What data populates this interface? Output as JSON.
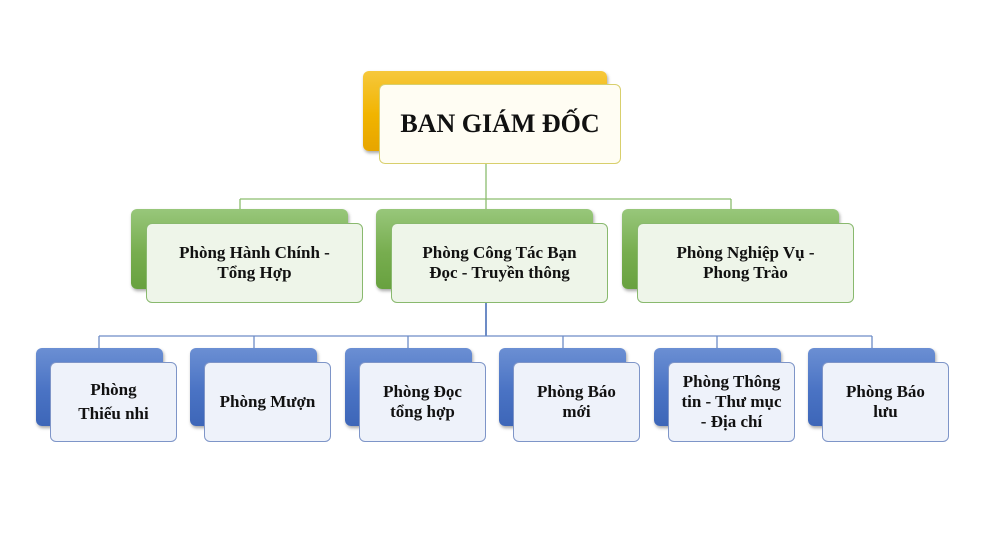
{
  "diagram": {
    "root": {
      "lines": [
        "BAN GIÁM ĐỐC"
      ]
    },
    "departments": [
      {
        "lines": [
          "Phòng Hành Chính -",
          "Tổng Hợp"
        ]
      },
      {
        "lines": [
          "Phòng Công Tác Bạn",
          "Đọc - Truyền thông"
        ]
      },
      {
        "lines": [
          "Phòng Nghiệp Vụ -",
          "Phong Trào"
        ]
      }
    ],
    "units": [
      {
        "lines": [
          "Phòng",
          "Thiếu nhi"
        ]
      },
      {
        "lines": [
          "Phòng Mượn"
        ]
      },
      {
        "lines": [
          "Phòng Đọc",
          "tổng hợp"
        ]
      },
      {
        "lines": [
          "Phòng Báo",
          "mới"
        ]
      },
      {
        "lines": [
          "Phòng Thông",
          "tin - Thư mục",
          "- Địa chí"
        ]
      },
      {
        "lines": [
          "Phòng Báo",
          "lưu"
        ]
      }
    ],
    "colors": {
      "root": "#f1b400",
      "department": "#77ad4f",
      "unit": "#4a73c4",
      "connector_green": "#8cbd6e",
      "connector_blue": "#6d8cc6"
    }
  }
}
